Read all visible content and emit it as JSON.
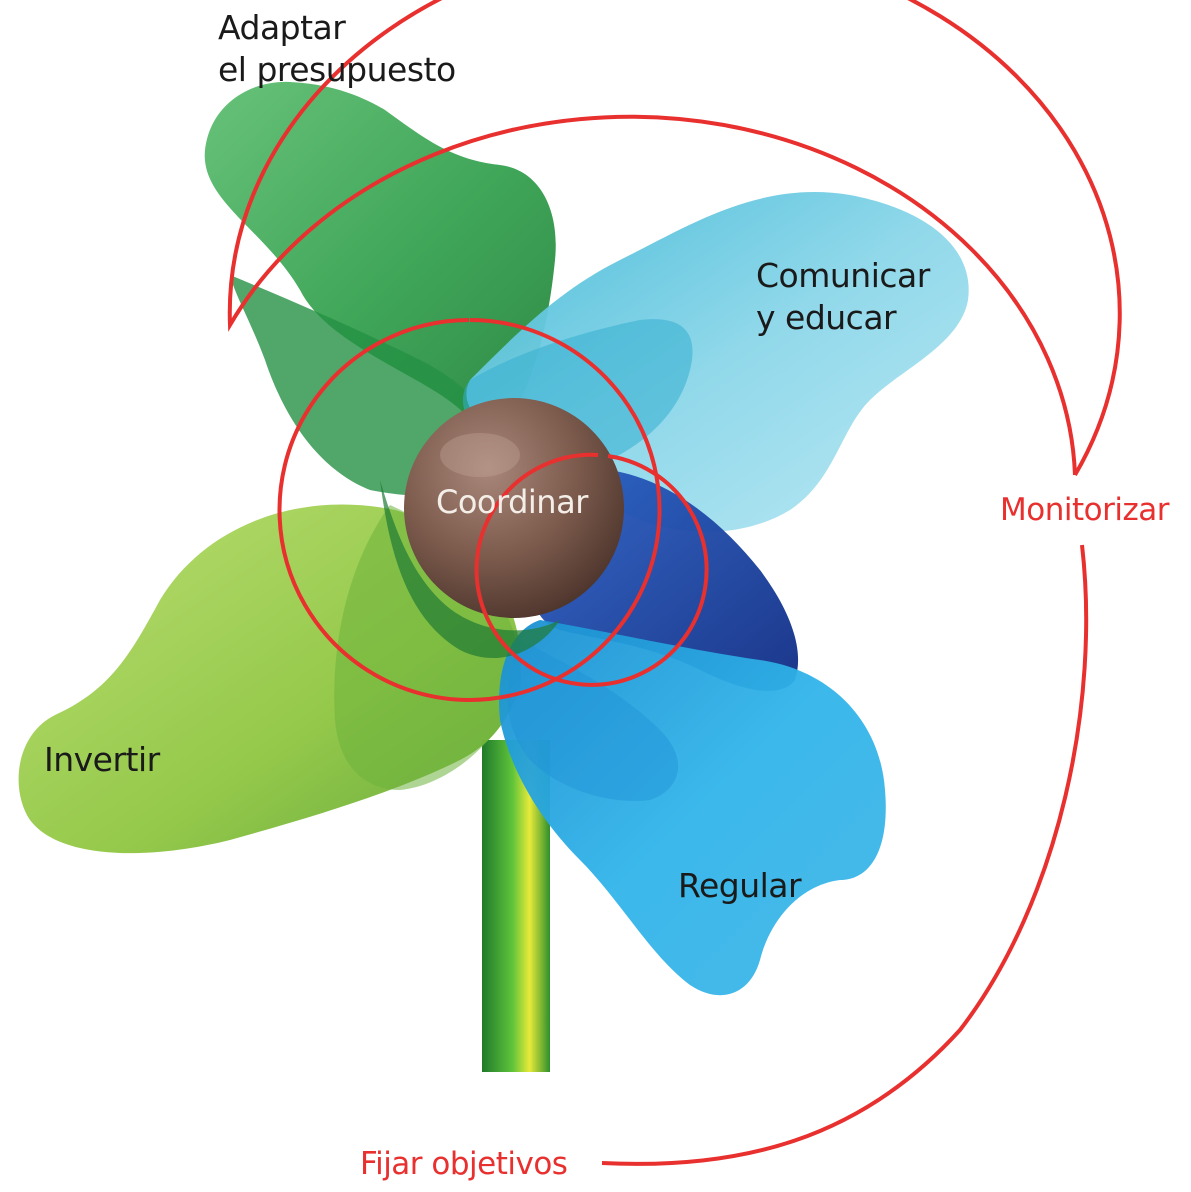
{
  "labels": {
    "adaptar_line1": "Adaptar",
    "adaptar_line2": "el  presupuesto",
    "comunicar_line1": "Comunicar",
    "comunicar_line2": "y educar",
    "coordinar": "Coordinar",
    "monitorizar": "Monitorizar",
    "invertir": "Invertir",
    "regular": "Regular",
    "fijar_objetivos": "Fijar objetivos"
  },
  "colors": {
    "ring": "#e8302f",
    "hub": "#7a5a4c",
    "blade_dark_green": "#2fa34a",
    "blade_light_green": "#9ccf4a",
    "blade_cyan": "#7fd3e6",
    "blade_blue": "#2aaee3",
    "blade_navy": "#1a3fa0",
    "stem": "#35a83a"
  }
}
